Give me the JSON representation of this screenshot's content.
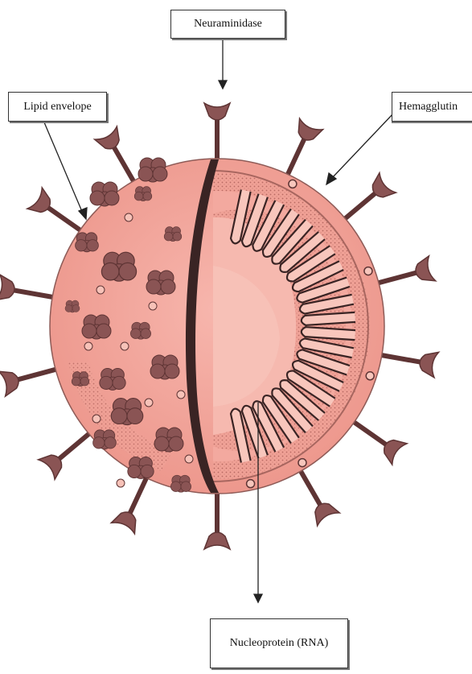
{
  "labels": {
    "neuraminidase": "Neuraminidase",
    "lipid_envelope": "Lipid envelope",
    "hemagglutinin": "Hemagglutin",
    "nucleoprotein": "Nucleoprotein (RNA)"
  },
  "colors": {
    "envelope_fill": "#f1a39a",
    "envelope_inner": "#f4aea4",
    "spike": "#8a5454",
    "spike_dark": "#5e3434",
    "core": "#f6b8ae",
    "membrane": "#3a2424",
    "label_border": "#333333"
  }
}
